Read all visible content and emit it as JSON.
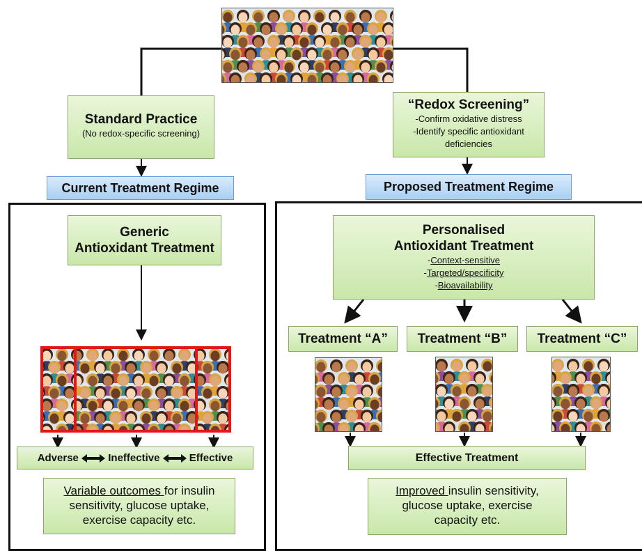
{
  "standard": {
    "title": "Standard Practice",
    "subtitle": "(No redox-specific screening)"
  },
  "redox": {
    "title": "“Redox Screening”",
    "line1": "-Confirm oxidative distress",
    "line2": "-Identify specific antioxidant",
    "line3": "deficiencies"
  },
  "current_regime": "Current Treatment Regime",
  "proposed_regime": "Proposed Treatment Regime",
  "generic": {
    "line1": "Generic",
    "line2": "Antioxidant Treatment"
  },
  "personalised": {
    "line1": "Personalised",
    "line2": "Antioxidant Treatment",
    "items": [
      {
        "prefix": "-",
        "text": "Context-sensitive"
      },
      {
        "prefix": "-",
        "text": "Targeted/specificity"
      },
      {
        "prefix": "-",
        "text": "Bioavailability"
      }
    ]
  },
  "treatments": [
    "Treatment “A”",
    "Treatment “B”",
    "Treatment “C”"
  ],
  "scale": {
    "adverse": "Adverse",
    "ineffective": "Ineffective",
    "effective": "Effective"
  },
  "effective_treatment": "Effective Treatment",
  "left_outcome": {
    "underlined": "Variable outcomes ",
    "rest1": "for insulin",
    "line2": "sensitivity, glucose uptake,",
    "line3": "exercise capacity etc."
  },
  "right_outcome": {
    "underlined": "Improved ",
    "rest1": "insulin sensitivity,",
    "line2": "glucose uptake, exercise",
    "line3": "capacity etc."
  },
  "colors": {
    "green_box": "#c9e7aa",
    "blue_box": "#a9cff3",
    "red_frame": "#e01818"
  },
  "icons": {
    "crowd": "crowd-of-people-icon",
    "double_arrow": "double-headed-arrow-icon"
  }
}
